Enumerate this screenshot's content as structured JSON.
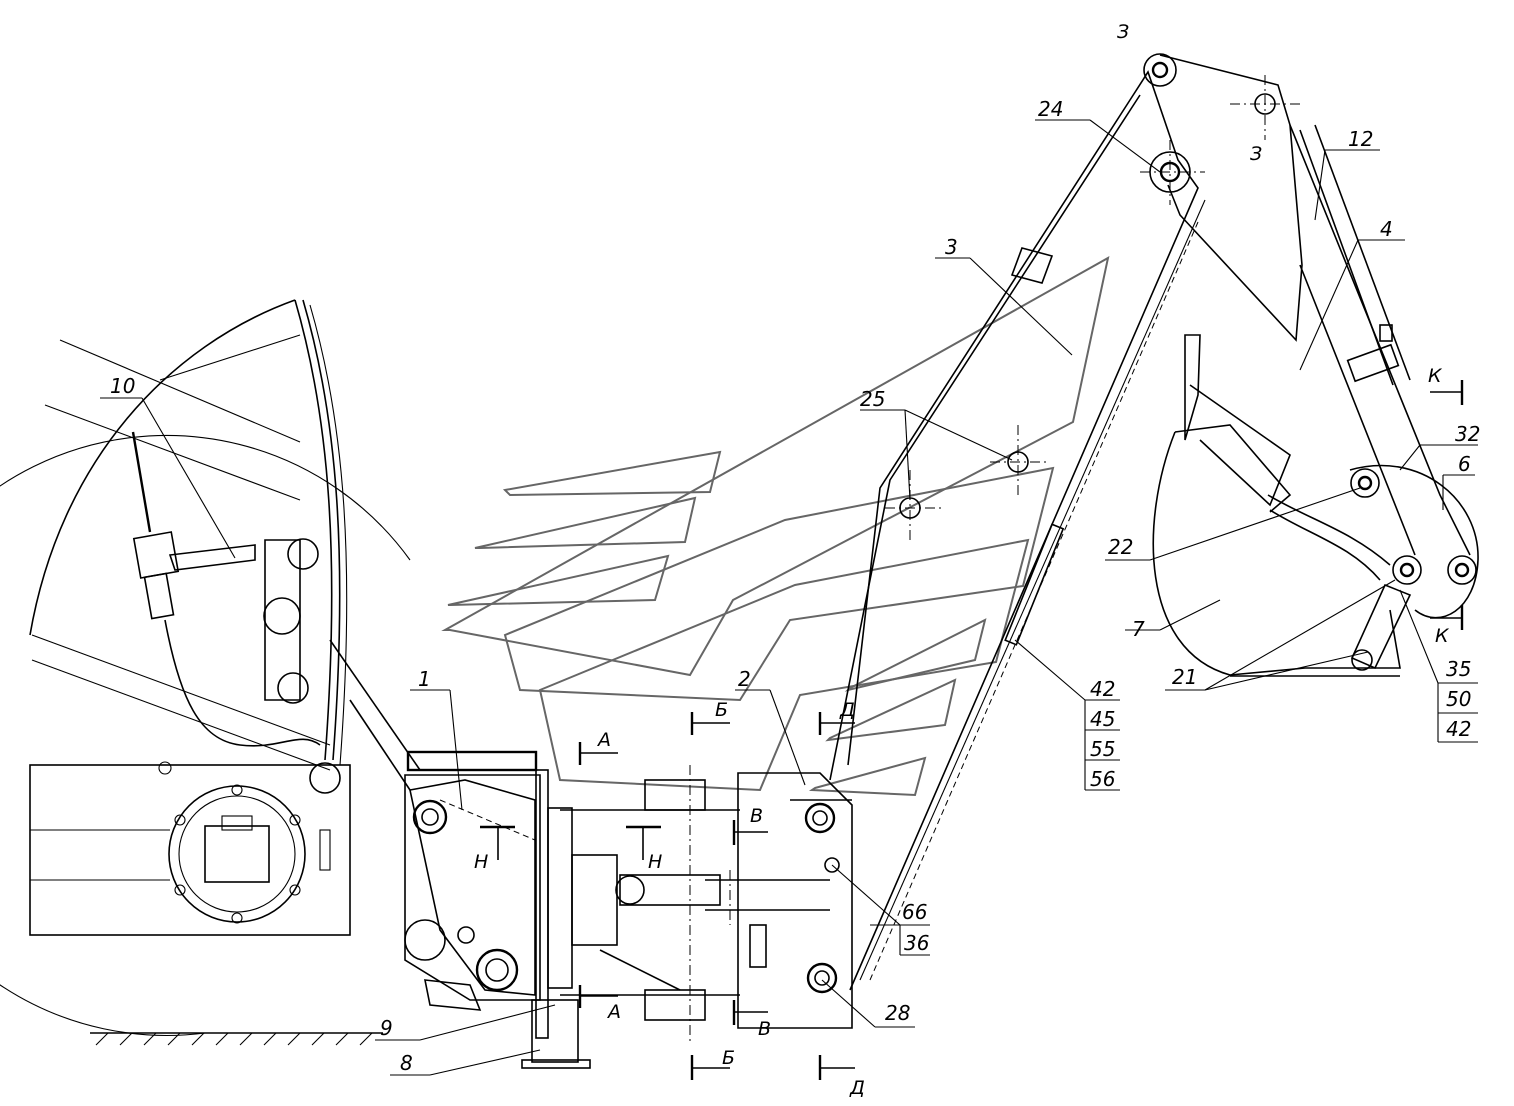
{
  "drawing": {
    "parts": {
      "p1": "1",
      "p2": "2",
      "p3": "3",
      "p4": "4",
      "p6": "6",
      "p7": "7",
      "p8": "8",
      "p9": "9",
      "p10": "10",
      "p12": "12",
      "p21": "21",
      "p22": "22",
      "p24": "24",
      "p25": "25",
      "p28": "28",
      "p32": "32",
      "p35": "35",
      "p50": "50",
      "p42b": "42",
      "p42": "42",
      "p45": "45",
      "p55": "55",
      "p56": "56",
      "p66": "66",
      "p36": "36"
    },
    "sections": {
      "a": "А",
      "b": "Б",
      "v": "В",
      "d": "Д",
      "n": "Н",
      "k": "К",
      "z": "З"
    }
  }
}
